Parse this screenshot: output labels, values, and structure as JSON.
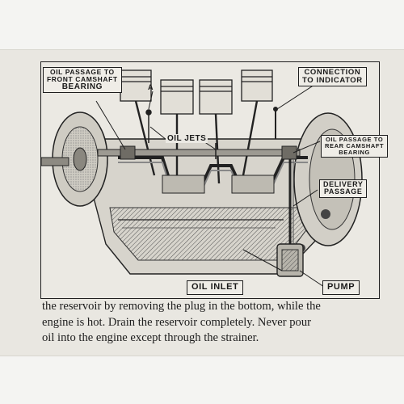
{
  "figure": {
    "labels": {
      "front_bearing": [
        "OIL PASSAGE TO",
        "FRONT CAMSHAFT",
        "BEARING"
      ],
      "indicator": [
        "CONNECTION",
        "TO INDICATOR"
      ],
      "oil_jets": "OIL JETS",
      "marker_a": "A",
      "rear_bearing": [
        "OIL PASSAGE TO",
        "REAR CAMSHAFT",
        "BEARING"
      ],
      "delivery": [
        "DELIVERY",
        "PASSAGE"
      ],
      "oil_inlet": "OIL INLET",
      "pump": "PUMP"
    }
  },
  "body_text": {
    "lines": [
      "the reservoir by removing the plug in the bottom, while the",
      "engine is hot. Drain the reservoir completely. Never pour",
      "oil into the engine except through the strainer."
    ]
  },
  "colors": {
    "paper": "#e9e7e1",
    "ink": "#1e1e1e",
    "margin": "#f4f4f2"
  }
}
